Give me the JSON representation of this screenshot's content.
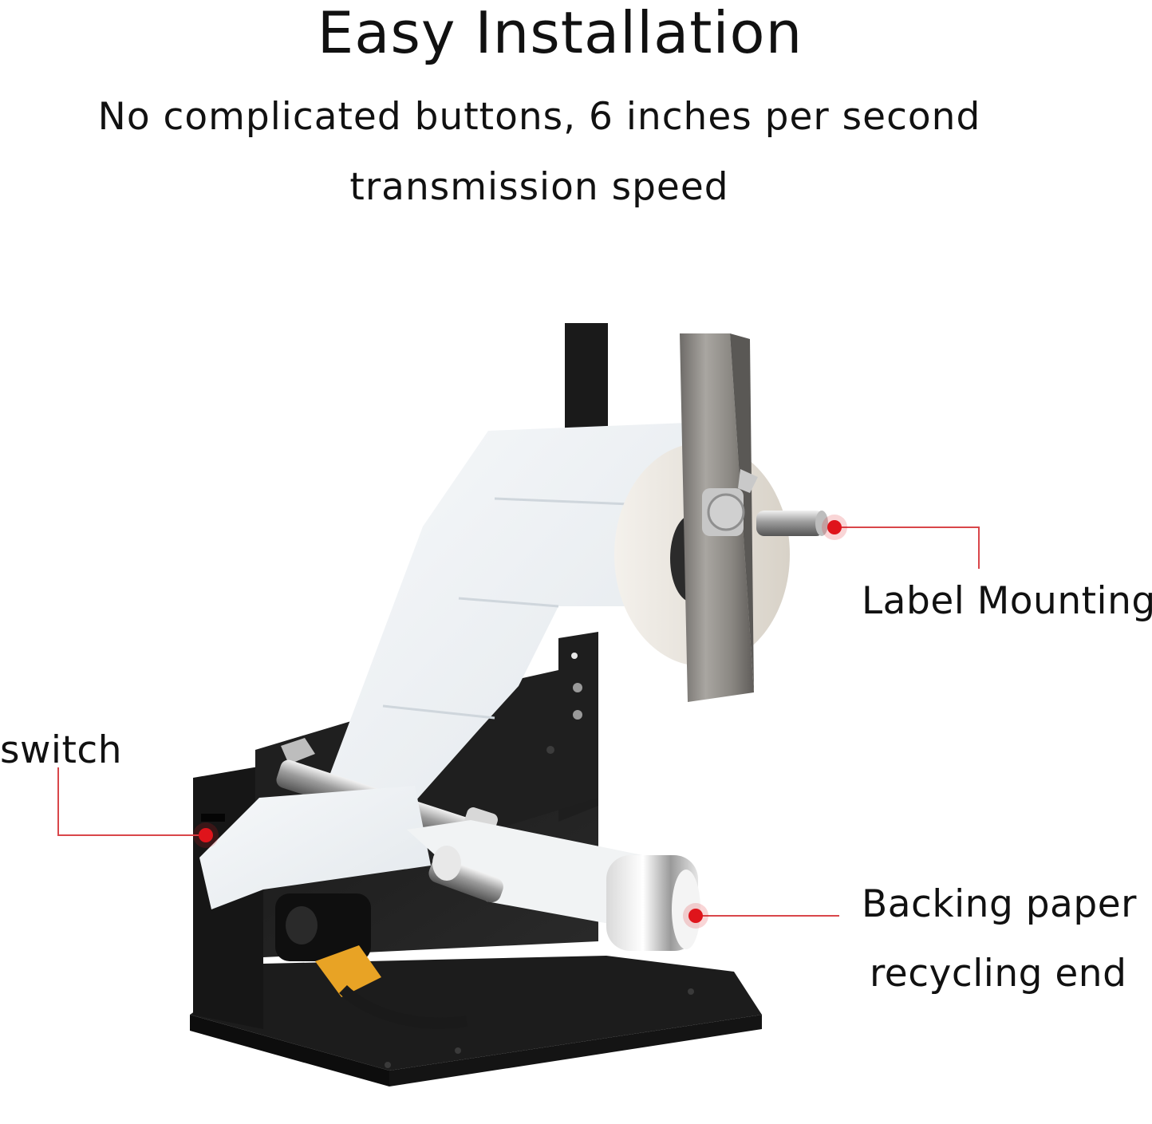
{
  "headline": "Easy Installation",
  "subheadline_line1": "No complicated buttons, 6 inches per second",
  "subheadline_line2": "transmission speed",
  "callouts": {
    "label_mounting": "Label Mounting",
    "switch": "switch",
    "backing_line1": "Backing paper",
    "backing_line2": "recycling end"
  },
  "colors": {
    "background": "#ffffff",
    "text": "#111111",
    "callout_line": "#d9464a",
    "callout_dot": "#e0141c",
    "machine_body": "#1b1b1b",
    "labels": "#eef2f5",
    "steel": "#8d8a86"
  }
}
